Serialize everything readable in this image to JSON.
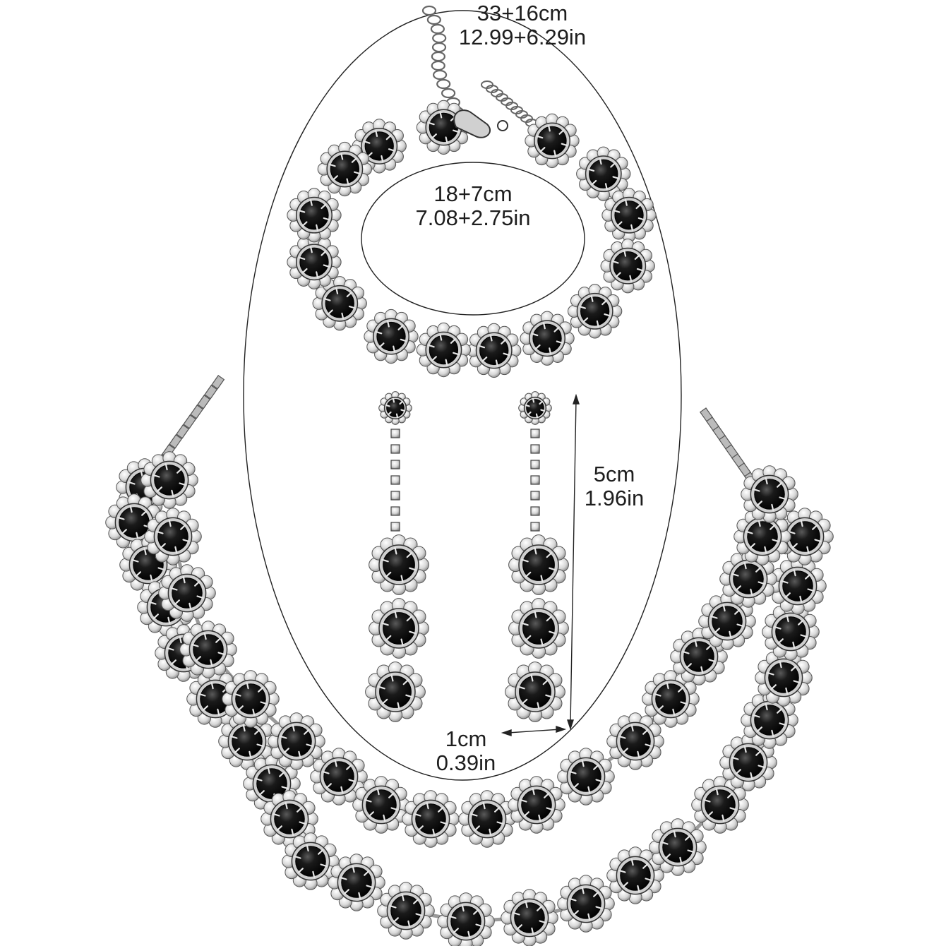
{
  "measurements": {
    "necklace": {
      "length": "33+16cm",
      "length_in": "12.99+6.29in"
    },
    "bracelet": {
      "length": "18+7cm",
      "length_in": "7.08+2.75in"
    },
    "earring_length": {
      "length": "5cm",
      "length_in": "1.96in"
    },
    "earring_width": {
      "length": "1cm",
      "length_in": "0.39in"
    }
  },
  "colors": {
    "background": "#ffffff",
    "stone": "#101010",
    "metal": "#c9c9c9",
    "outline": "#222222"
  }
}
